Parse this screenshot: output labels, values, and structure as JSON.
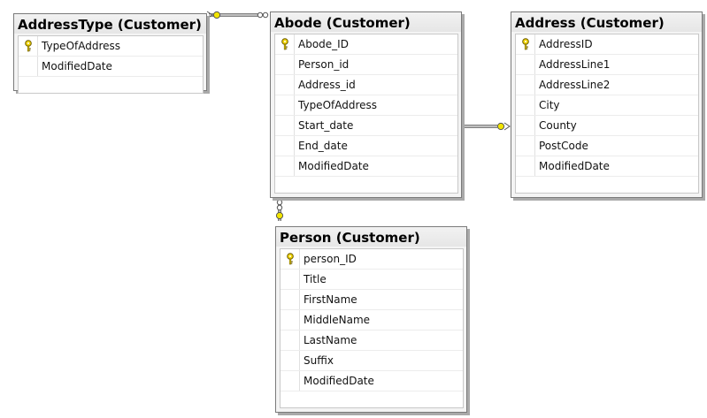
{
  "diagram": {
    "tables": [
      {
        "id": "addresstype",
        "title": "AddressType (Customer)",
        "columns": [
          {
            "name": "TypeOfAddress",
            "primary_key": true
          },
          {
            "name": "ModifiedDate",
            "primary_key": false
          }
        ]
      },
      {
        "id": "abode",
        "title": "Abode (Customer)",
        "columns": [
          {
            "name": "Abode_ID",
            "primary_key": true
          },
          {
            "name": "Person_id",
            "primary_key": false
          },
          {
            "name": "Address_id",
            "primary_key": false
          },
          {
            "name": "TypeOfAddress",
            "primary_key": false
          },
          {
            "name": "Start_date",
            "primary_key": false
          },
          {
            "name": "End_date",
            "primary_key": false
          },
          {
            "name": "ModifiedDate",
            "primary_key": false
          }
        ]
      },
      {
        "id": "address",
        "title": "Address (Customer)",
        "columns": [
          {
            "name": "AddressID",
            "primary_key": true
          },
          {
            "name": "AddressLine1",
            "primary_key": false
          },
          {
            "name": "AddressLine2",
            "primary_key": false
          },
          {
            "name": "City",
            "primary_key": false
          },
          {
            "name": "County",
            "primary_key": false
          },
          {
            "name": "PostCode",
            "primary_key": false
          },
          {
            "name": "ModifiedDate",
            "primary_key": false
          }
        ]
      },
      {
        "id": "person",
        "title": "Person (Customer)",
        "columns": [
          {
            "name": "person_ID",
            "primary_key": true
          },
          {
            "name": "Title",
            "primary_key": false
          },
          {
            "name": "FirstName",
            "primary_key": false
          },
          {
            "name": "MiddleName",
            "primary_key": false
          },
          {
            "name": "LastName",
            "primary_key": false
          },
          {
            "name": "Suffix",
            "primary_key": false
          },
          {
            "name": "ModifiedDate",
            "primary_key": false
          }
        ]
      }
    ],
    "relationships": [
      {
        "one_side": "addresstype",
        "many_side": "abode"
      },
      {
        "one_side": "address",
        "many_side": "abode"
      },
      {
        "one_side": "person",
        "many_side": "abode"
      }
    ],
    "colors": {
      "key_icon": "#f2d600",
      "key_icon_outline": "#6b5a00",
      "connector_line": "#555555",
      "connector_endpoint": "#f2e500",
      "table_border": "#7a7a7a",
      "table_shadow": "#a9a9a9"
    }
  }
}
